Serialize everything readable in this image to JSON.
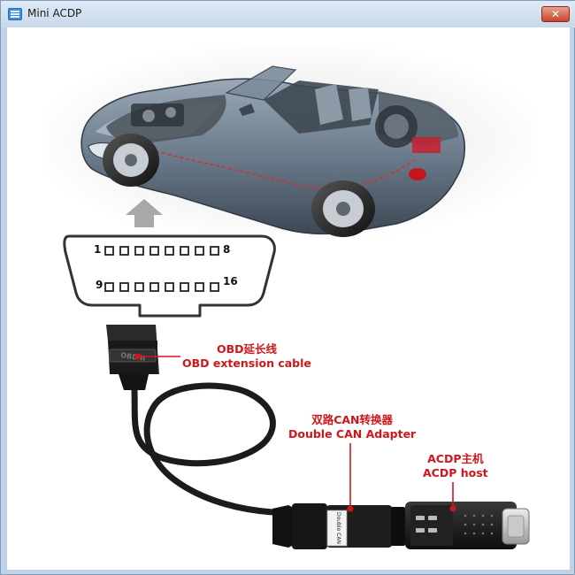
{
  "window": {
    "title": "Mini ACDP",
    "close_glyph": "✕"
  },
  "obd_port": {
    "pin_top_left": "1",
    "pin_top_right": "8",
    "pin_bottom_left": "9",
    "pin_bottom_right": "16"
  },
  "labels": {
    "obd_cable_cn": "OBD延长线",
    "obd_cable_en": "OBD extension cable",
    "can_adapter_cn": "双路CAN转换器",
    "can_adapter_en": "Double CAN Adapter",
    "acdp_host_cn": "ACDP主机",
    "acdp_host_en": "ACDP host"
  },
  "device_text": {
    "obd_plug": "OBD II",
    "adapter": "Double CAN"
  },
  "colors": {
    "accent": "#d0161b",
    "car_body": "#5a6a7a",
    "cable": "#1c1c1c"
  }
}
